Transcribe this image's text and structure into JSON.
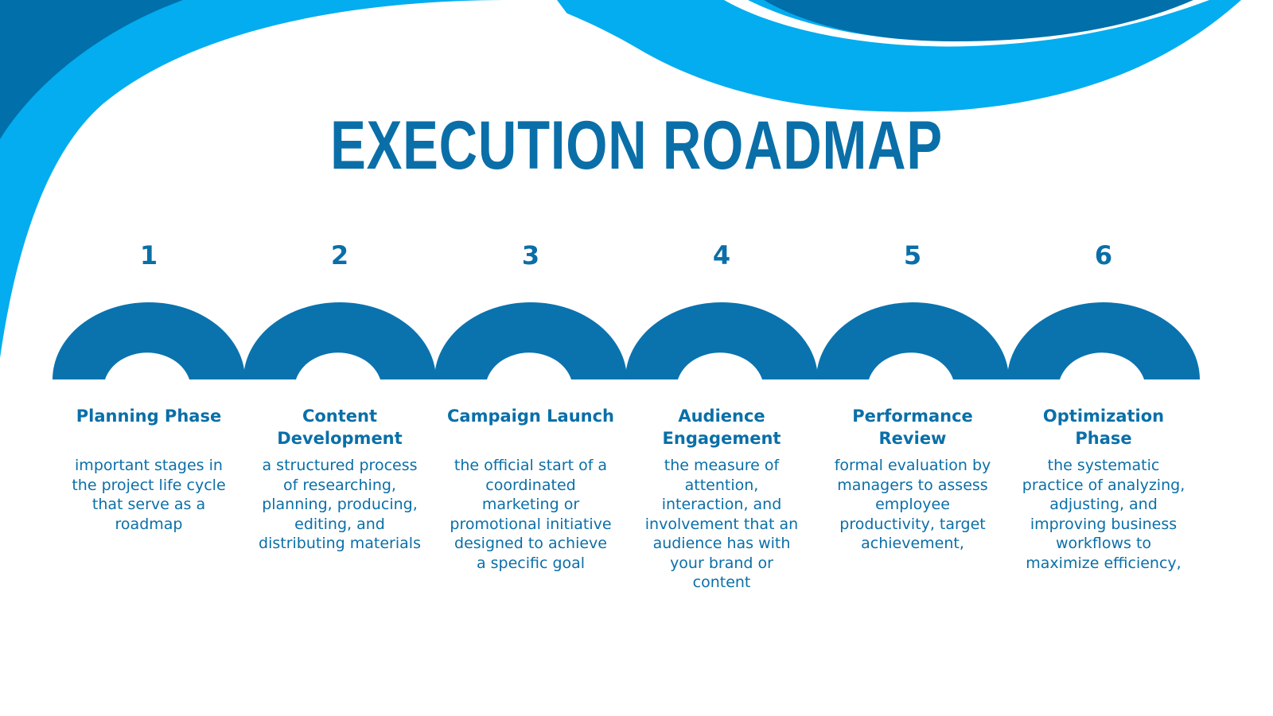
{
  "colors": {
    "primary": "#0A6FA8",
    "wave_light": "#03ADEF",
    "wave_dark": "#006FAA",
    "arch": "#0A73AE"
  },
  "title": "EXECUTION ROADMAP",
  "steps": [
    {
      "number": "1",
      "label": "Planning Phase",
      "description": "important stages in the project life cycle that serve as a roadmap"
    },
    {
      "number": "2",
      "label": "Content Development",
      "description": "a structured process of researching, planning, producing, editing, and distributing materials"
    },
    {
      "number": "3",
      "label": "Campaign Launch",
      "description": "the official start of a coordinated marketing or promotional initiative designed to achieve a specific goal"
    },
    {
      "number": "4",
      "label": "Audience Engagement",
      "description": "the measure of attention, interaction, and involvement that an audience has with your brand or content"
    },
    {
      "number": "5",
      "label": "Performance Review",
      "description": "formal evaluation by managers to assess employee productivity, target achievement,"
    },
    {
      "number": "6",
      "label": "Optimization Phase",
      "description": "the systematic practice of analyzing, adjusting, and improving business workflows to maximize efficiency,"
    }
  ]
}
